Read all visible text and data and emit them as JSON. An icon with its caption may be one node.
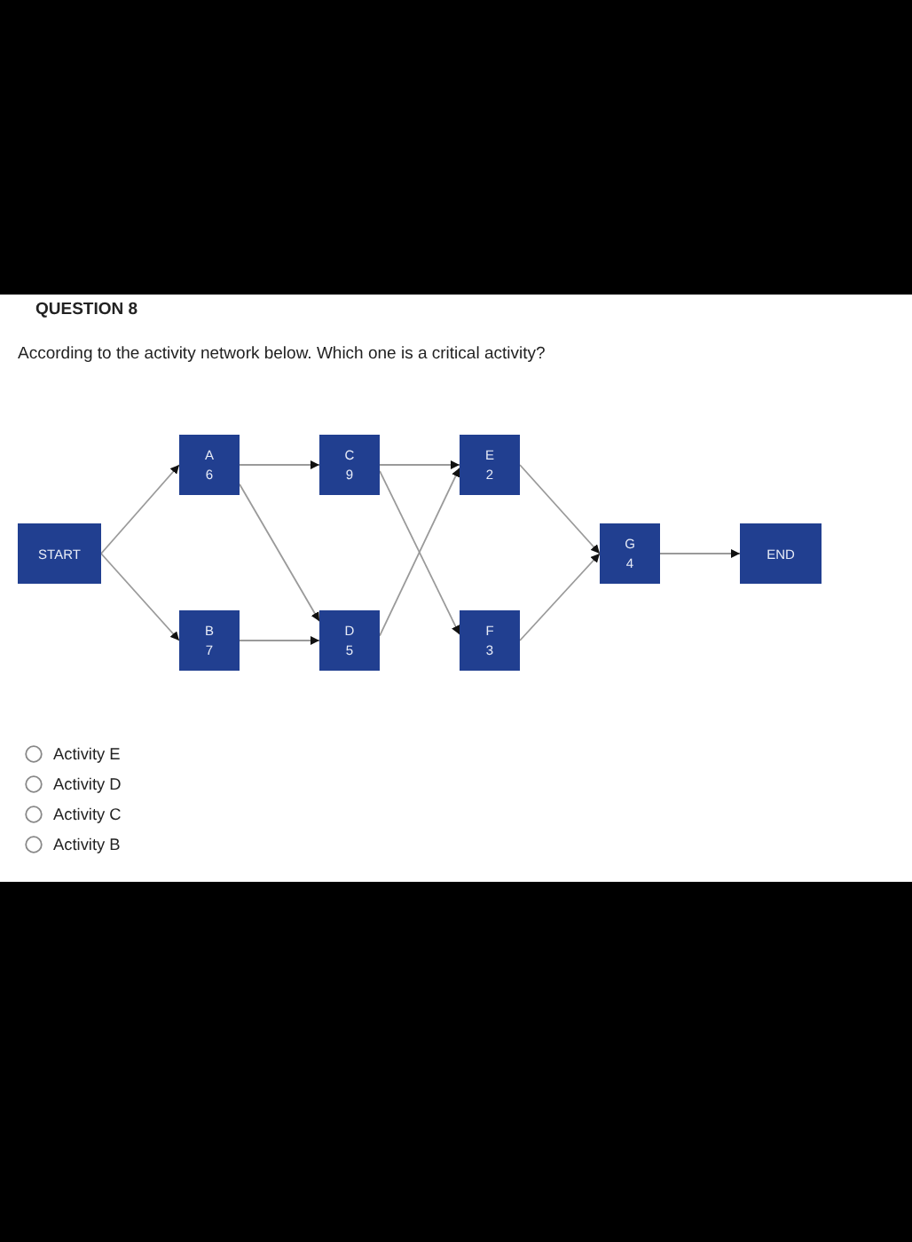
{
  "diagram": {
    "title": "QUESTION 8",
    "nodes": [
      {
        "text": [
          "START"
        ]
      },
      {
        "text": [
          "A",
          "6"
        ]
      },
      {
        "text": [
          "B",
          "7"
        ]
      },
      {
        "text": [
          "C",
          "9"
        ]
      },
      {
        "text": [
          "D",
          "5"
        ]
      },
      {
        "text": [
          "E",
          "2"
        ]
      },
      {
        "text": [
          "F",
          "3"
        ]
      },
      {
        "text": [
          "G",
          "4"
        ]
      },
      {
        "text": [
          "END"
        ]
      }
    ],
    "edges": [
      {
        "from": 0,
        "to": 1,
        "arrow": "to"
      },
      {
        "from": 0,
        "to": 2,
        "arrow": "to"
      },
      {
        "from": 1,
        "to": 3,
        "arrow": "to"
      },
      {
        "from": 1,
        "to": 4,
        "arrow": "to"
      },
      {
        "from": 2,
        "to": 4,
        "arrow": "to"
      },
      {
        "from": 3,
        "to": 5,
        "arrow": "to"
      },
      {
        "from": 3,
        "to": 6,
        "arrow": "to"
      },
      {
        "from": 4,
        "to": 5,
        "arrow": "to"
      },
      {
        "from": 5,
        "to": 7,
        "arrow": "to"
      },
      {
        "from": 6,
        "to": 7,
        "arrow": "to"
      },
      {
        "from": 7,
        "to": 8,
        "arrow": "to"
      }
    ],
    "labels": [
      "According to the activity network below. Which one is a critical activity?",
      "Activity E",
      "Activity D",
      "Activity C",
      "Activity B"
    ]
  }
}
